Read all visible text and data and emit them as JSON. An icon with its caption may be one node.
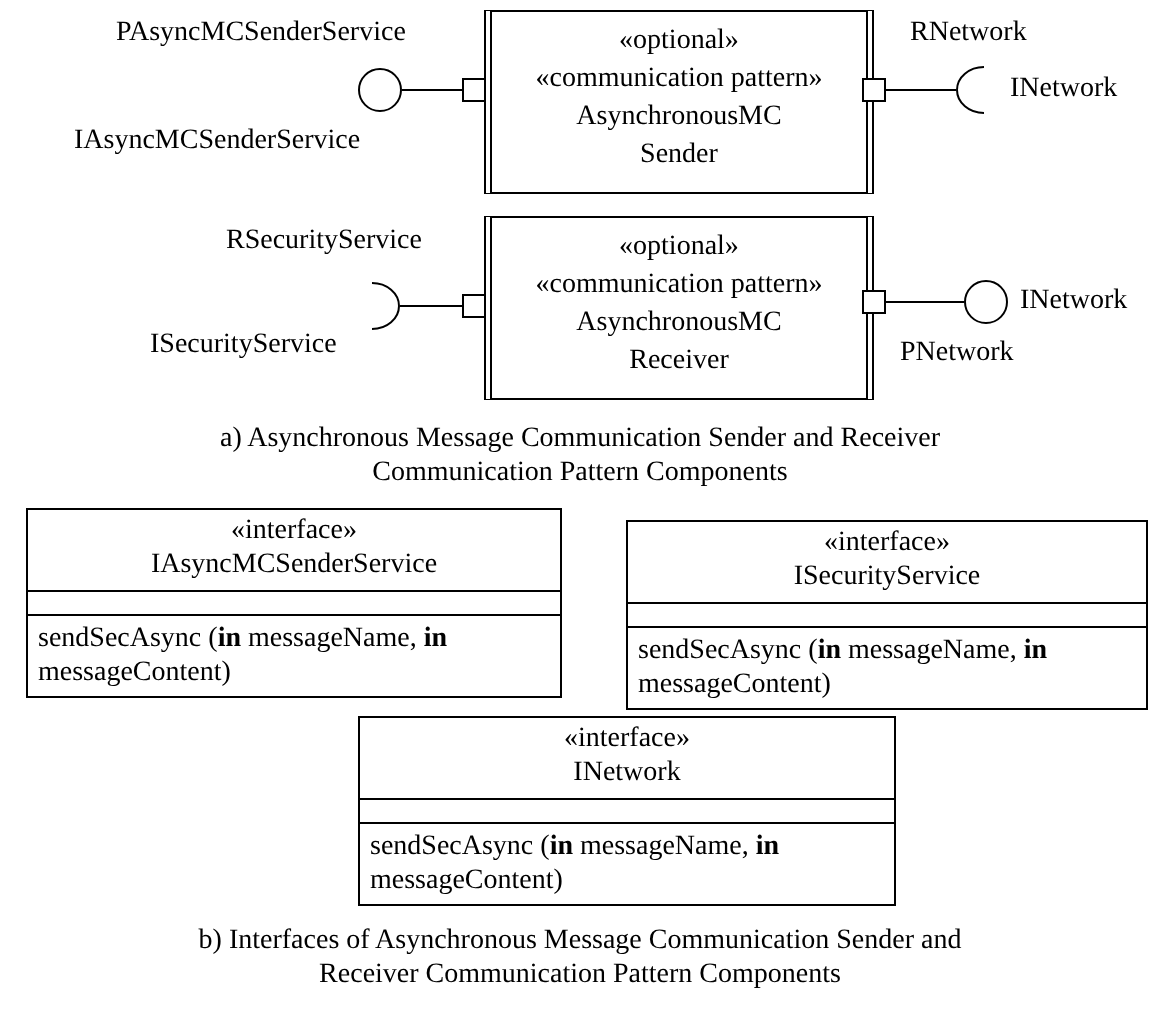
{
  "diagram": {
    "nodes": [
      {
        "text": [
          "«optional»",
          "«communication pattern»",
          "AsynchronousMC Sender"
        ]
      },
      {
        "text": [],
        "shape": "box"
      },
      {
        "text": [],
        "shape": "circle",
        "beside": [
          "IAsyncMCSenderService"
        ]
      },
      {
        "text": [],
        "shape": "box"
      },
      {
        "text": [],
        "shape": "arc",
        "beside": [
          "INetwork"
        ]
      },
      {
        "text": [
          "«optional»",
          "«communication pattern»",
          "AsynchronousMC Receiver"
        ]
      },
      {
        "text": [],
        "shape": "box"
      },
      {
        "text": [],
        "shape": "arc",
        "beside": [
          "ISecurityService"
        ]
      },
      {
        "text": [],
        "shape": "box"
      },
      {
        "text": [],
        "shape": "circle",
        "beside": [
          "INetwork"
        ]
      },
      {
        "text": [
          "«interface»",
          "IAsyncMCSenderService",
          "sendSecAsync (**in** messageName, **in** messageContent)"
        ]
      },
      {
        "text": [
          "«interface»",
          "ISecurityService",
          "sendSecAsync (**in** messageName, **in** messageContent)"
        ]
      },
      {
        "text": [
          "«interface»",
          "INetwork",
          "sendSecAsync (**in** messageName, **in** messageContent)"
        ]
      }
    ],
    "edges": [
      {
        "from": 1,
        "to": 2,
        "arrow": "none"
      },
      {
        "from": 3,
        "to": 4,
        "arrow": "none"
      },
      {
        "from": 6,
        "to": 7,
        "arrow": "none"
      },
      {
        "from": 8,
        "to": 9,
        "arrow": "none"
      }
    ],
    "labels": [
      "PAsyncMCSenderService",
      "RNetwork",
      "RSecurityService",
      "PNetwork",
      "a)  Asynchronous Message Communication Sender and Receiver Communication Pattern Components",
      "b) Interfaces of Asynchronous Message Communication Sender and Receiver Communication Pattern Components"
    ]
  }
}
